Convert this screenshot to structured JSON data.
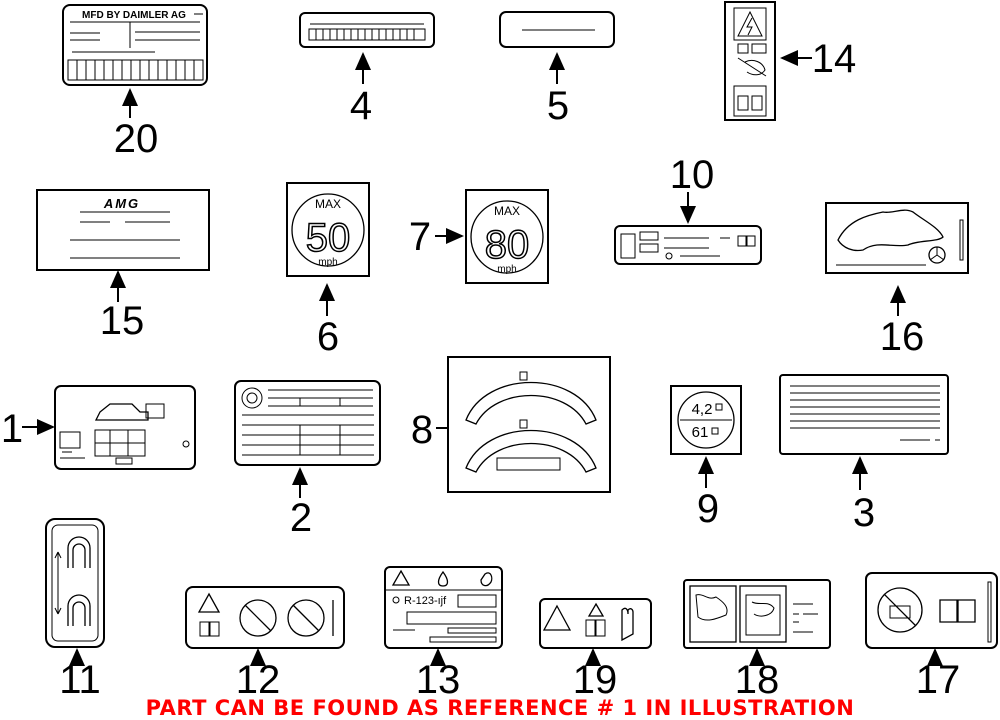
{
  "labels": {
    "mfd_text": "MFD BY DAIMLER AG",
    "amg_logo": "AMG",
    "speed50_max": "MAX",
    "speed50_value": "50",
    "speed50_unit": "mph",
    "speed80_max": "MAX",
    "speed80_value": "80",
    "speed80_unit": "mph",
    "tire_top": "4,2",
    "tire_bottom": "61",
    "refrigerant": "R-123-ıjf"
  },
  "callouts": [
    "20",
    "4",
    "5",
    "14",
    "15",
    "6",
    "7",
    "10",
    "16",
    "1",
    "2",
    "8",
    "9",
    "3",
    "11",
    "12",
    "13",
    "19",
    "18",
    "17"
  ],
  "footer": {
    "text": "PART CAN BE FOUND AS REFERENCE # 1 IN ILLUSTRATION",
    "color": "#ff0000"
  },
  "icons": [
    "arrow-icon",
    "warning-triangle-icon",
    "manual-book-icon",
    "drop-icon",
    "glove-icon",
    "sun-icon",
    "child-seat-icon",
    "mercedes-star-icon",
    "no-battery-icon"
  ]
}
